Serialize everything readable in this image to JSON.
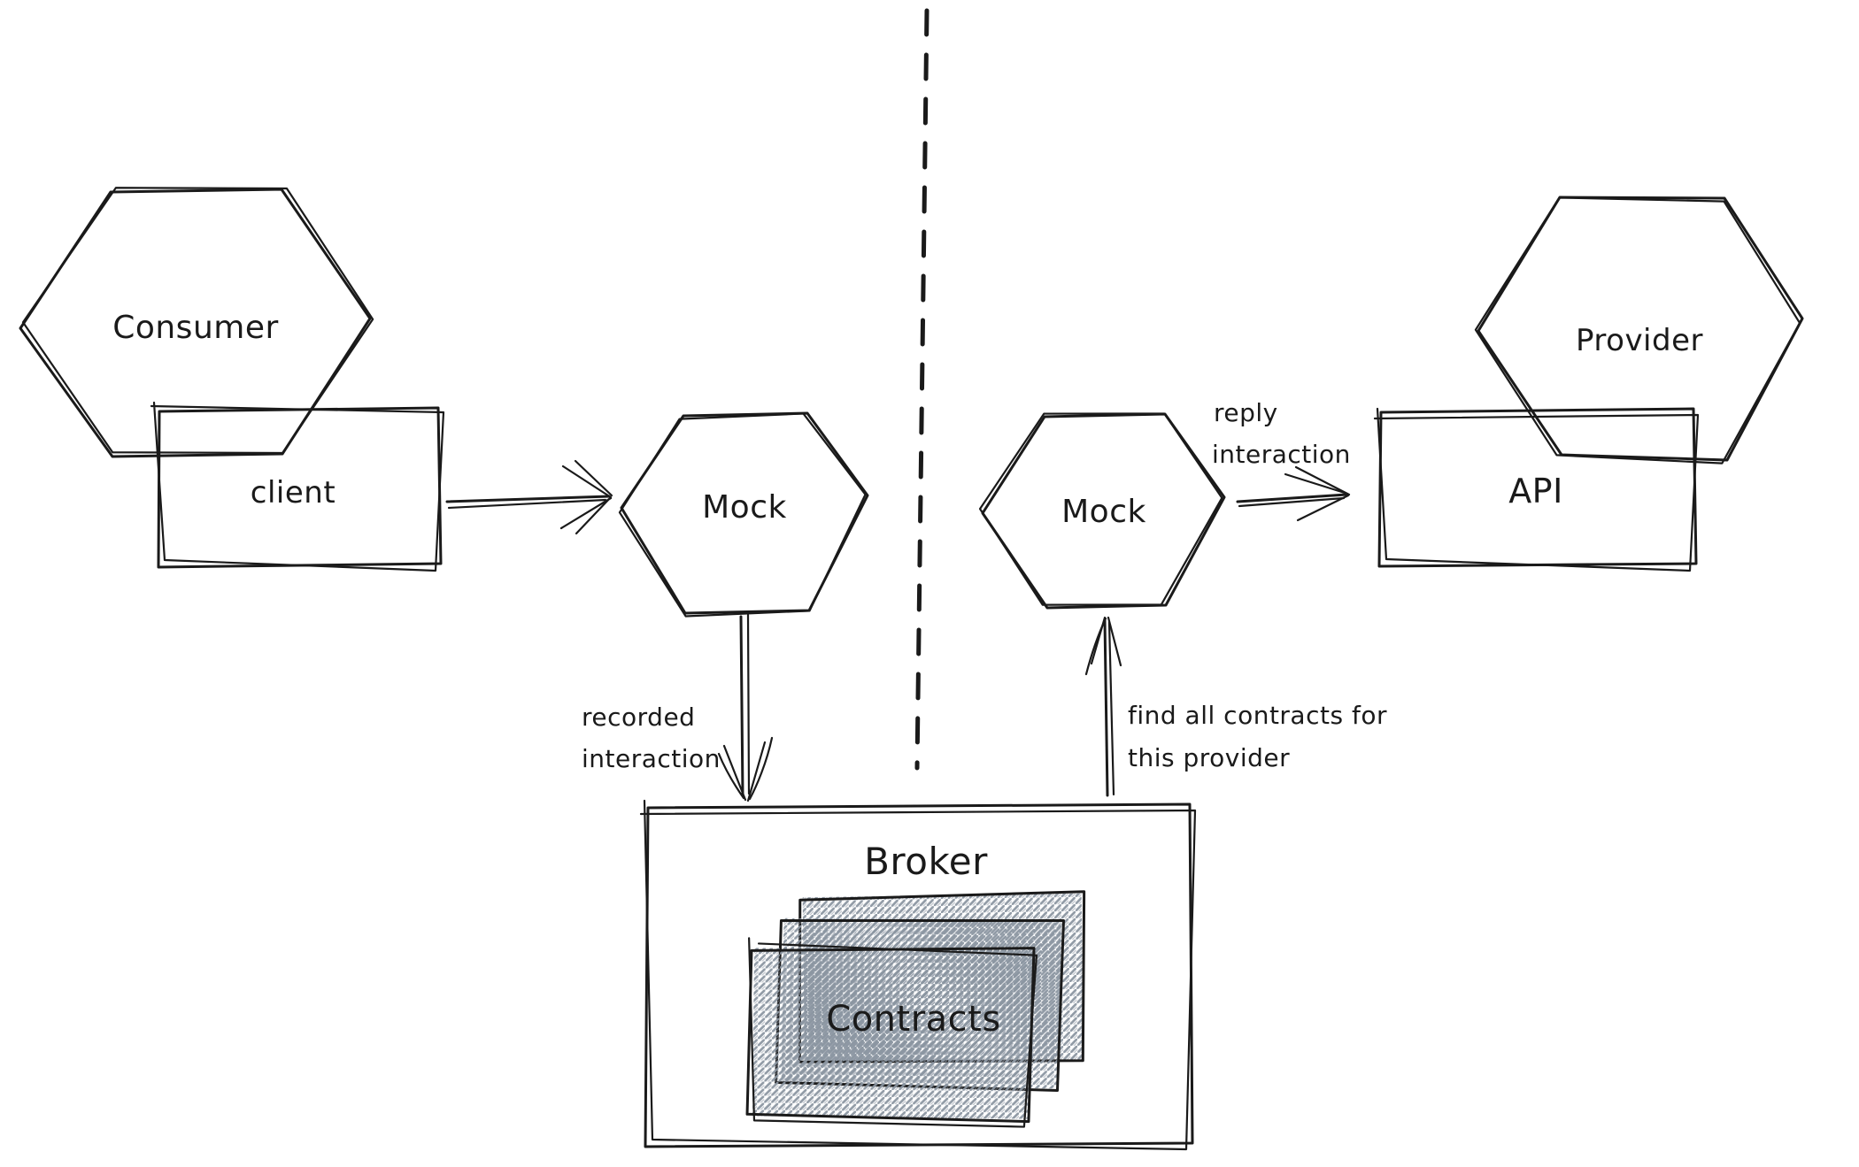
{
  "canvas": {
    "background": "#ffffff",
    "ink_color": "#1a1a1a",
    "hatch_color": "#8b95a1",
    "divider_style": "dashed"
  },
  "nodes": {
    "consumer": {
      "label": "Consumer",
      "shape": "hexagon"
    },
    "client": {
      "label": "client",
      "shape": "rectangle"
    },
    "mock_left": {
      "label": "Mock",
      "shape": "hexagon"
    },
    "mock_right": {
      "label": "Mock",
      "shape": "hexagon"
    },
    "provider": {
      "label": "Provider",
      "shape": "hexagon"
    },
    "api": {
      "label": "API",
      "shape": "rectangle"
    },
    "broker": {
      "label": "Broker",
      "shape": "rectangle"
    },
    "contracts": {
      "label": "Contracts",
      "shape": "stacked-rectangles",
      "stack_count": 3
    }
  },
  "edges": {
    "client_to_mock_left": {
      "from": "client",
      "to": "mock_left",
      "label_lines": []
    },
    "mock_left_to_broker": {
      "from": "mock_left",
      "to": "broker",
      "label_lines": [
        "recorded",
        "interaction"
      ]
    },
    "mock_right_to_api": {
      "from": "mock_right",
      "to": "api",
      "label_lines": [
        "reply",
        "interaction"
      ]
    },
    "broker_to_mock_right": {
      "from": "broker",
      "to": "mock_right",
      "label_lines": [
        "find all contracts for",
        "this provider"
      ]
    }
  }
}
